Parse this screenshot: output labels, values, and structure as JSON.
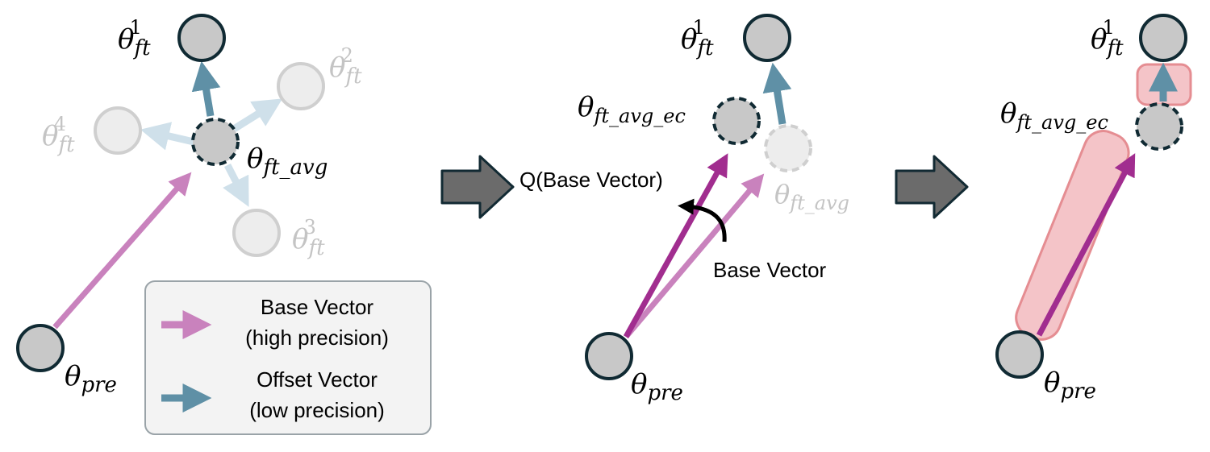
{
  "colors": {
    "node_fill": "#c8c8c8",
    "node_stroke": "#102a33",
    "faded_fill": "#ededed",
    "faded_stroke": "#cfcfcf",
    "faded_text": "#c4c4c4",
    "base_light": "#c982bd",
    "base_dark": "#a12d8f",
    "offset_dark": "#5f90a6",
    "offset_light": "#cfe0ea",
    "highlight_fill": "#f4c4c8",
    "highlight_stroke": "#e58d92",
    "step_arrow_fill": "#6b6b6b",
    "step_arrow_stroke": "#122a33",
    "text": "#000000"
  },
  "panel1": {
    "theta_symbol": "θ",
    "ft1": {
      "sub": "ft",
      "sup": "1"
    },
    "ft2": {
      "sub": "ft",
      "sup": "2"
    },
    "ft3": {
      "sub": "ft",
      "sup": "3"
    },
    "ft4": {
      "sub": "ft",
      "sup": "4"
    },
    "avg": {
      "sub": "ft_avg"
    },
    "pre": {
      "sub": "pre"
    }
  },
  "legend": {
    "base_line1": "Base Vector",
    "base_line2": "(high precision)",
    "offset_line1": "Offset Vector",
    "offset_line2": "(low precision)"
  },
  "panel2": {
    "ft1": {
      "sub": "ft",
      "sup": "1"
    },
    "avg_ec": {
      "sub": "ft_avg_ec"
    },
    "avg": {
      "sub": "ft_avg"
    },
    "pre": {
      "sub": "pre"
    },
    "q_label": "Q(Base Vector)",
    "base_label": "Base Vector"
  },
  "panel3": {
    "ft1": {
      "sub": "ft",
      "sup": "1"
    },
    "avg_ec": {
      "sub": "ft_avg_ec"
    },
    "pre": {
      "sub": "pre"
    }
  }
}
